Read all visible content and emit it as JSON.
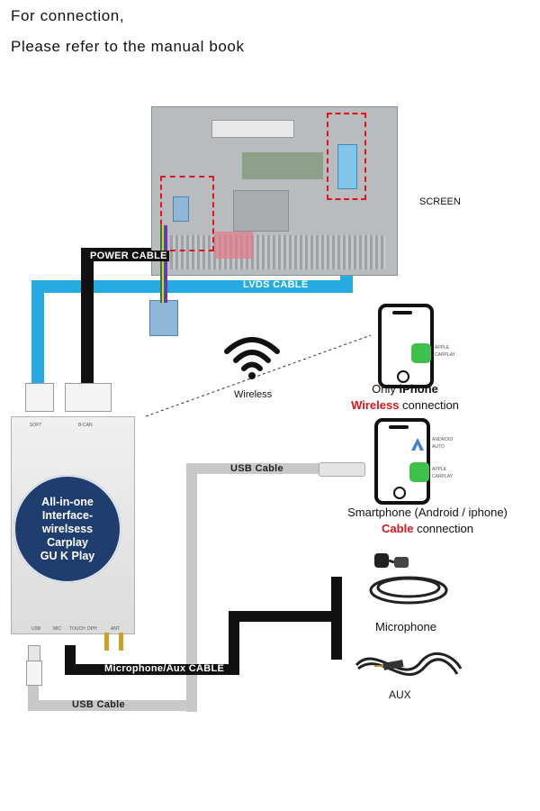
{
  "intro": {
    "line1": "For connection,",
    "line2": "Please refer to the manual book"
  },
  "labels": {
    "screen": "SCREEN",
    "power_cable": "POWER CABLE",
    "lvds_cable": "LVDS CABLE",
    "wireless": "Wireless",
    "usb_cable_upper": "USB Cable",
    "usb_cable_lower": "USB Cable",
    "mic_aux_cable": "Microphone/Aux CABLE",
    "microphone": "Microphone",
    "aux": "AUX"
  },
  "module": {
    "badge_lines": [
      "All-in-one",
      "Interface-",
      "wirelsess",
      "Carplay",
      "GU K Play"
    ],
    "ports_bottom": [
      "USB",
      "MIC",
      "TOUCH",
      "DPH",
      "ANT"
    ],
    "ports_top": [
      "SOFT",
      "B-CAN"
    ]
  },
  "iphone_block": {
    "line1_prefix": "Only ",
    "line1_bold": "iPhone",
    "line2_red": "Wireless",
    "line2_suffix": " connection"
  },
  "smartphone_block": {
    "line1": "Smartphone (Android / iphone)",
    "line2_red": "Cable",
    "line2_suffix": " connection"
  },
  "app_icons": {
    "carplay": [
      "APPLE",
      "CARPLAY"
    ],
    "android_auto": [
      "ANDROID",
      "AUTO"
    ]
  },
  "colors": {
    "lvds": "#25aae1",
    "usb": "#c8c8c8",
    "power": "#111111",
    "mic_aux": "#111111",
    "highlight": "#e0141b",
    "badge": "#1f3d6f"
  }
}
